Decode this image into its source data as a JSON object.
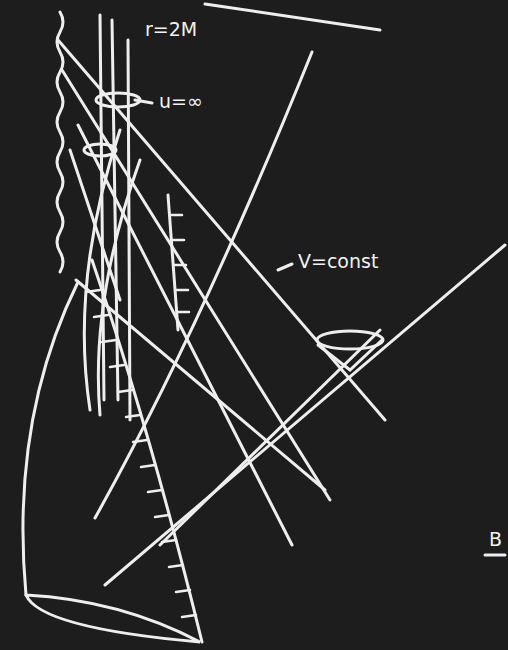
{
  "diagram": {
    "labels": [
      "r=2M",
      "u=∞",
      "V=const",
      "B"
    ]
  }
}
